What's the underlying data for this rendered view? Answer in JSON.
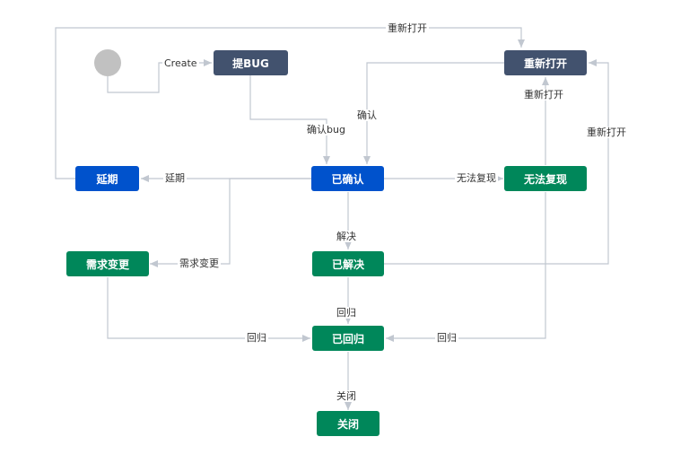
{
  "colors": {
    "dark": "#42526e",
    "blue": "#0052cc",
    "green": "#00875a",
    "start": "#c1c1c1",
    "line": "#c1c7d0"
  },
  "nodes": {
    "submit": "提BUG",
    "reopen": "重新打开",
    "postpone": "延期",
    "confirmed": "已确认",
    "cannot_reproduce": "无法复现",
    "requirement_change": "需求变更",
    "resolved": "已解决",
    "regressed": "已回归",
    "closed": "关闭"
  },
  "transitions": {
    "create": "Create",
    "reopen_top": "重新打开",
    "confirm": "确认",
    "confirm_bug": "确认bug",
    "postpone": "延期",
    "cannot_reproduce": "无法复现",
    "reopen_mid": "重新打开",
    "reopen_right": "重新打开",
    "resolve": "解决",
    "requirement_change": "需求变更",
    "regress_mid": "回归",
    "regress_left": "回归",
    "regress_right": "回归",
    "close": "关闭"
  }
}
